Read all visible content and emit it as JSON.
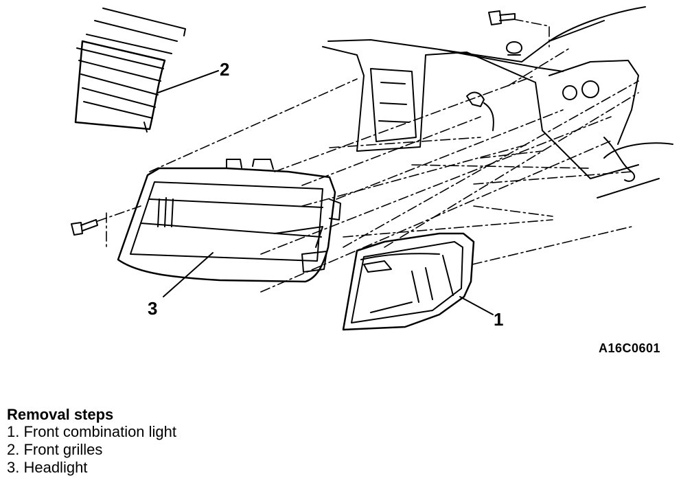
{
  "diagram": {
    "callouts": [
      {
        "id": "1",
        "label": "1"
      },
      {
        "id": "2",
        "label": "2"
      },
      {
        "id": "3",
        "label": "3"
      }
    ],
    "figure_code": "A16C0601"
  },
  "steps": {
    "heading": "Removal steps",
    "items": [
      {
        "label": "1. Front combination light"
      },
      {
        "label": "2. Front grilles"
      },
      {
        "label": "3. Headlight"
      }
    ]
  }
}
